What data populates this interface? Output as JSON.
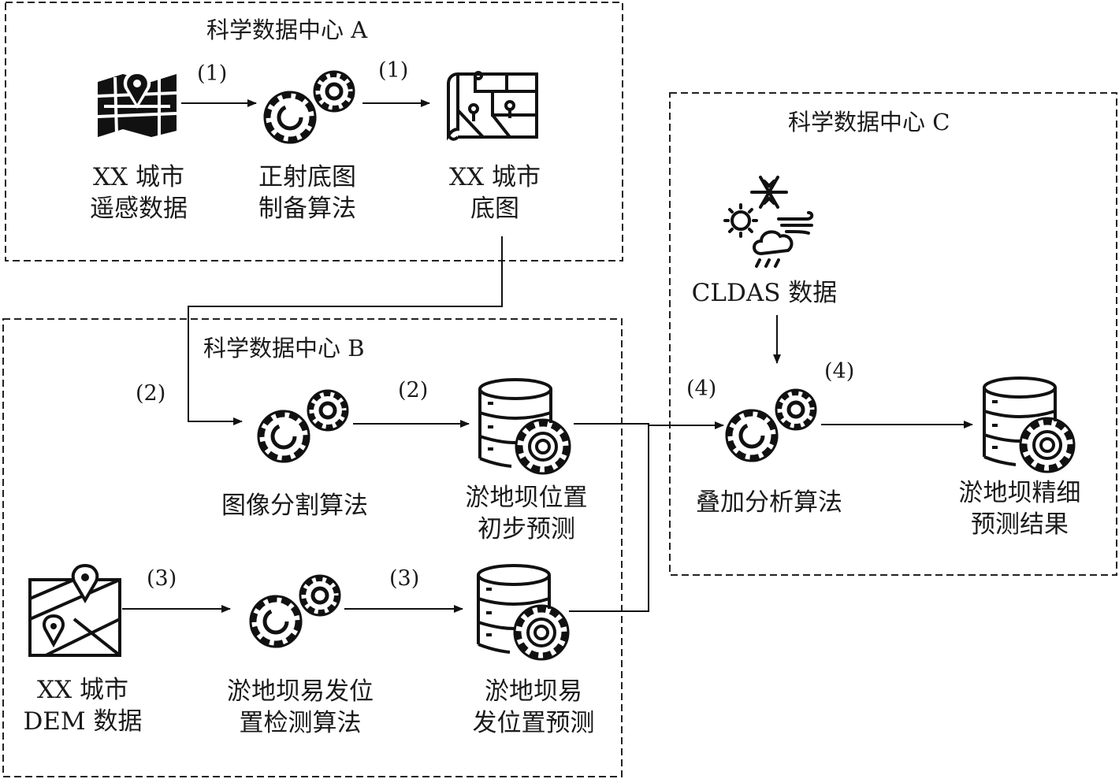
{
  "centers": {
    "a": {
      "title": "科学数据中心 A"
    },
    "b": {
      "title": "科学数据中心 B"
    },
    "c": {
      "title": "科学数据中心 C"
    }
  },
  "nodes": {
    "rs_data": {
      "line1": "XX 城市",
      "line2": "遥感数据",
      "icon": "map-pin-icon"
    },
    "ortho_alg": {
      "line1": "正射底图",
      "line2": "制备算法",
      "icon": "gears-icon"
    },
    "base_map": {
      "line1": "XX 城市",
      "line2": "底图",
      "icon": "map-scroll-icon"
    },
    "seg_alg": {
      "line1": "图像分割算法",
      "icon": "gears-icon"
    },
    "initial_pred": {
      "line1": "淤地坝位置",
      "line2": "初步预测",
      "icon": "database-gear-icon"
    },
    "dem_data": {
      "line1": "XX 城市",
      "line2": "DEM 数据",
      "icon": "map-location-icon"
    },
    "det_alg": {
      "line1": "淤地坝易发位",
      "line2": "置检测算法",
      "icon": "gears-icon"
    },
    "prone_pred": {
      "line1": "淤地坝易",
      "line2": "发位置预测",
      "icon": "database-gear-icon"
    },
    "cldas": {
      "line1": "CLDAS 数据",
      "icon": "weather-icon"
    },
    "overlay_alg": {
      "line1": "叠加分析算法",
      "icon": "gears-icon"
    },
    "fine_result": {
      "line1": "淤地坝精细",
      "line2": "预测结果",
      "icon": "database-gear-icon"
    }
  },
  "steps": {
    "s1a": "(1)",
    "s1b": "(1)",
    "s2a": "(2)",
    "s2b": "(2)",
    "s3a": "(3)",
    "s3b": "(3)",
    "s4a": "(4)",
    "s4b": "(4)"
  }
}
